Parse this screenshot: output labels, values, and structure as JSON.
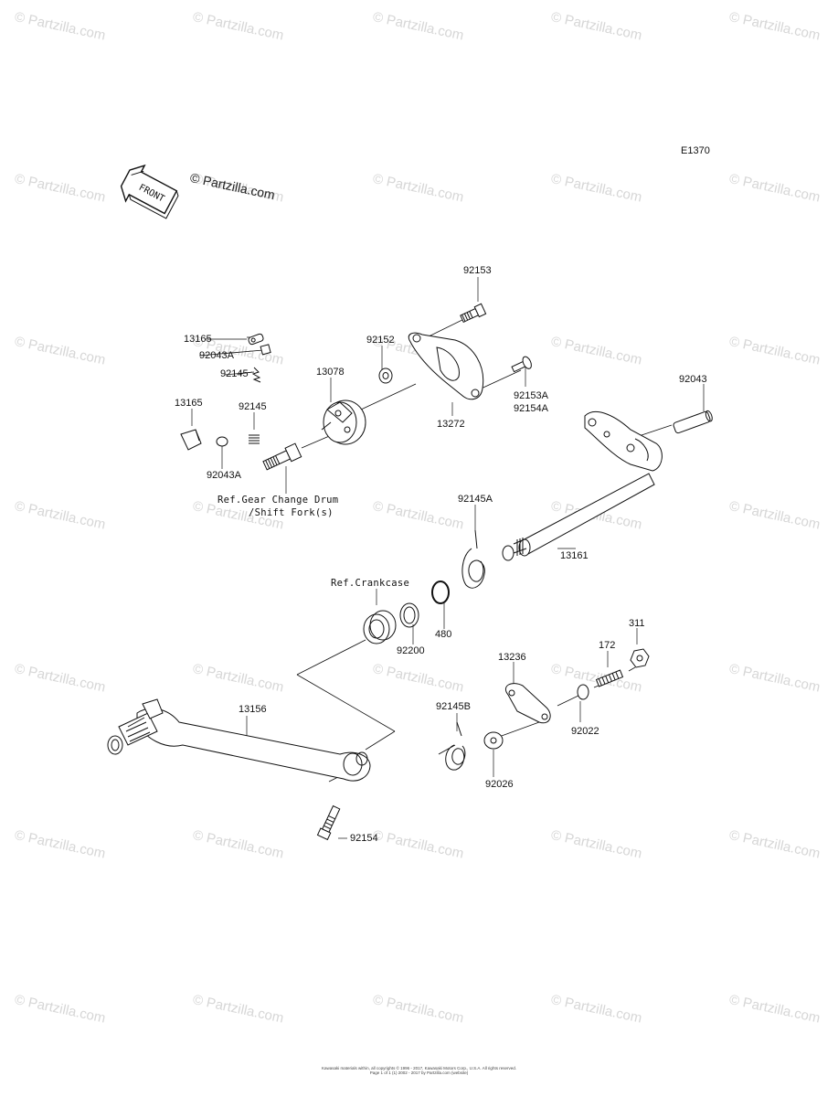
{
  "watermark": {
    "text": "© Partzilla.com",
    "color": "#d6d6d6"
  },
  "header": {
    "diagram_code": "E1370",
    "front_arrow_label": "FRONT",
    "copyright": "© Partzilla.com"
  },
  "references": {
    "gear_change_drum_line1": "Ref.Gear Change Drum",
    "gear_change_drum_line2": "/Shift Fork(s)",
    "crankcase": "Ref.Crankcase"
  },
  "part_labels": {
    "p92153": "92153",
    "p92152": "92152",
    "p13165_top": "13165",
    "p92043A_top": "92043A",
    "p92145_top": "92145",
    "p13078": "13078",
    "p13165_left": "13165",
    "p92145_mid": "92145",
    "p92043A_bottom": "92043A",
    "p13272": "13272",
    "p92153A": "92153A",
    "p92154A": "92154A",
    "p92043": "92043",
    "p92145A": "92145A",
    "p13161": "13161",
    "p480": "480",
    "p92200": "92200",
    "p311": "311",
    "p172": "172",
    "p13236": "13236",
    "p92145B": "92145B",
    "p92022": "92022",
    "p92026": "92026",
    "p13156": "13156",
    "p92154": "92154"
  },
  "footer": {
    "line1": "Kawasaki materials within, all copyrights © 1996 - 2017, Kawasaki Motors Corp., U.S.A. All rights reserved.",
    "line2": "Page 1 of 1 (1) 2002 - 2017 by Partzilla.com (website)"
  }
}
